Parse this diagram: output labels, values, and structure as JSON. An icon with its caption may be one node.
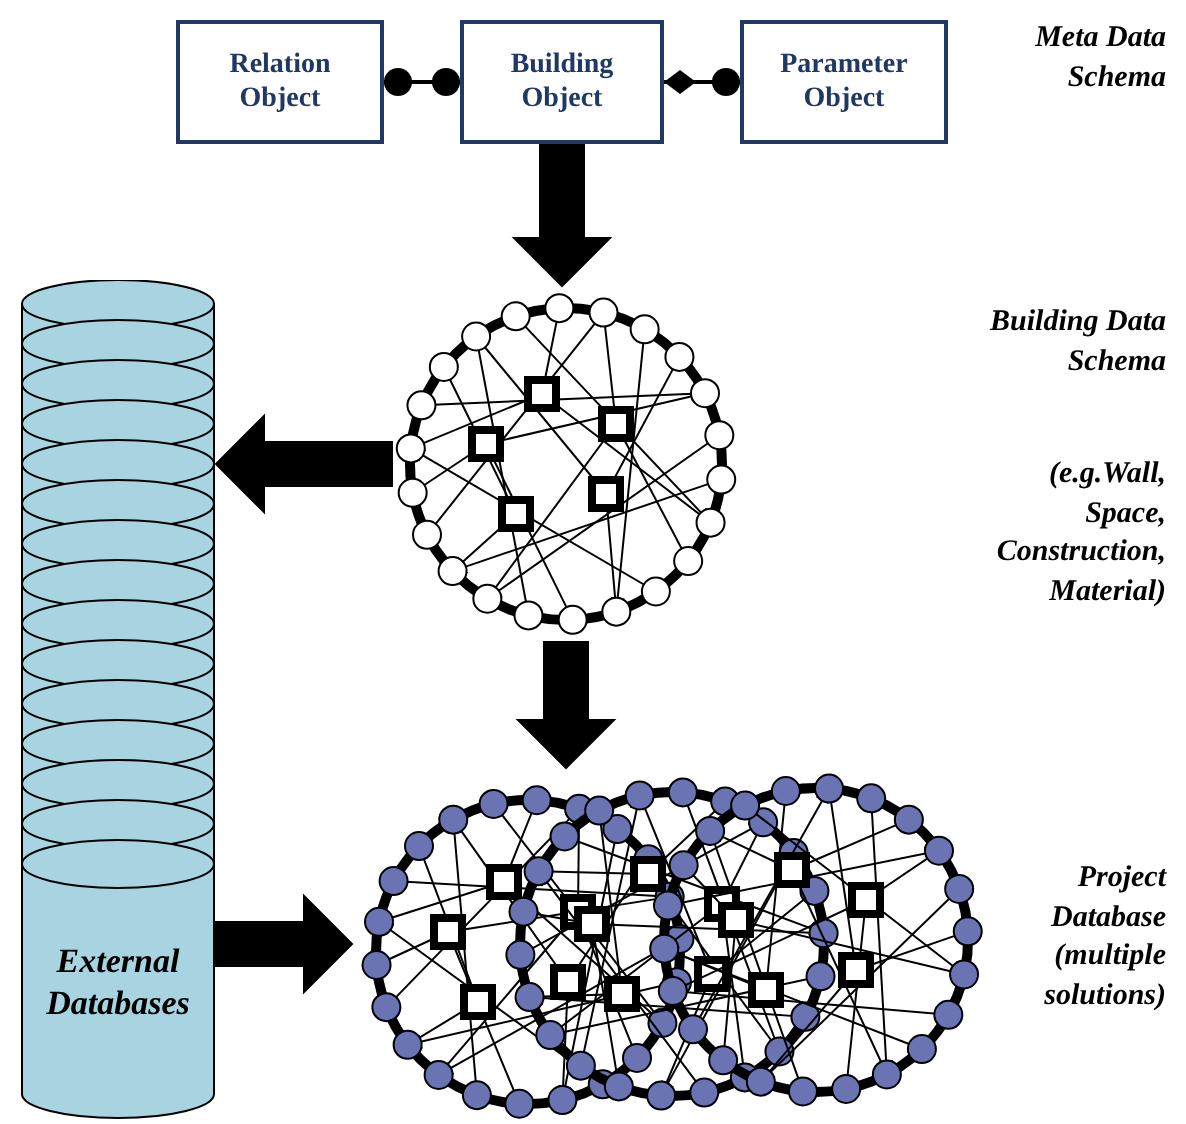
{
  "diagram": {
    "nodes": [
      {
        "text": [
          "Relation Object"
        ]
      },
      {
        "text": [
          "Building Object"
        ]
      },
      {
        "text": [
          "Parameter Object"
        ]
      },
      {
        "text": [],
        "shape": "circle"
      },
      {
        "text": [
          "External Databases"
        ]
      },
      {
        "text": [],
        "shape": "circle"
      }
    ],
    "edges": [
      {
        "from": 0,
        "to": 1,
        "arrow": "other"
      },
      {
        "from": 1,
        "to": 2,
        "arrow": "other"
      },
      {
        "from": 1,
        "to": 3,
        "arrow": "to"
      },
      {
        "from": 3,
        "to": 4,
        "arrow": "to"
      },
      {
        "from": 3,
        "to": 5,
        "arrow": "to"
      },
      {
        "from": 4,
        "to": 5,
        "arrow": "to"
      }
    ],
    "labels": [
      "Meta Data Schema",
      "Building Data Schema",
      "(e.g.Wall, Space, Construction, Material)",
      "Project Database (multiple solutions)"
    ]
  }
}
